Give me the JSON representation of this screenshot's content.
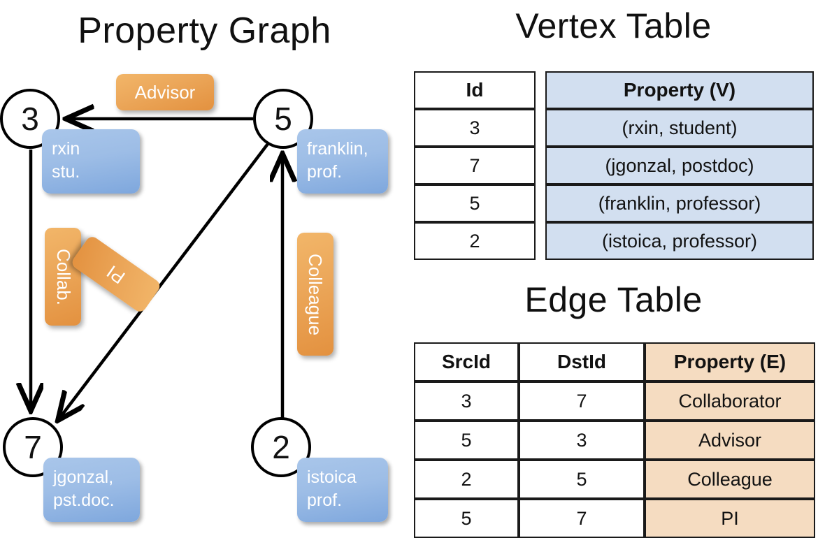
{
  "titles": {
    "property_graph": "Property Graph",
    "vertex_table": "Vertex Table",
    "edge_table": "Edge Table"
  },
  "colors": {
    "vertex_property_cell": "#d2dff0",
    "edge_property_cell": "#f5dcc1",
    "vertex_box_blue": "#9dbde6",
    "edge_label_orange": "#eca85b",
    "stroke": "#000000",
    "background": "#ffffff"
  },
  "graph": {
    "vertices": [
      {
        "id": "3",
        "name": "vertex-3",
        "property_lines": [
          "rxin",
          "stu."
        ]
      },
      {
        "id": "5",
        "name": "vertex-5",
        "property_lines": [
          "franklin,",
          "prof."
        ]
      },
      {
        "id": "7",
        "name": "vertex-7",
        "property_lines": [
          "jgonzal,",
          "pst.doc."
        ]
      },
      {
        "id": "2",
        "name": "vertex-2",
        "property_lines": [
          "istoica",
          "prof."
        ]
      }
    ],
    "edge_labels": [
      {
        "text": "Advisor",
        "orientation": "horizontal"
      },
      {
        "text": "Collab.",
        "orientation": "vertical"
      },
      {
        "text": "PI",
        "orientation": "rotated"
      },
      {
        "text": "Colleague",
        "orientation": "vertical"
      }
    ],
    "edges": [
      {
        "from": "5",
        "to": "3",
        "label": "Advisor"
      },
      {
        "from": "3",
        "to": "7",
        "label": "Collab."
      },
      {
        "from": "5",
        "to": "7",
        "label": "PI"
      },
      {
        "from": "2",
        "to": "5",
        "label": "Colleague"
      }
    ]
  },
  "vertex_table": {
    "headers": [
      "Id",
      "Property (V)"
    ],
    "rows": [
      {
        "id": "3",
        "property": "(rxin, student)"
      },
      {
        "id": "7",
        "property": "(jgonzal, postdoc)"
      },
      {
        "id": "5",
        "property": "(franklin, professor)"
      },
      {
        "id": "2",
        "property": "(istoica, professor)"
      }
    ]
  },
  "edge_table": {
    "headers": [
      "SrcId",
      "DstId",
      "Property (E)"
    ],
    "rows": [
      {
        "src": "3",
        "dst": "7",
        "property": "Collaborator"
      },
      {
        "src": "5",
        "dst": "3",
        "property": "Advisor"
      },
      {
        "src": "2",
        "dst": "5",
        "property": "Colleague"
      },
      {
        "src": "5",
        "dst": "7",
        "property": "PI"
      }
    ]
  }
}
